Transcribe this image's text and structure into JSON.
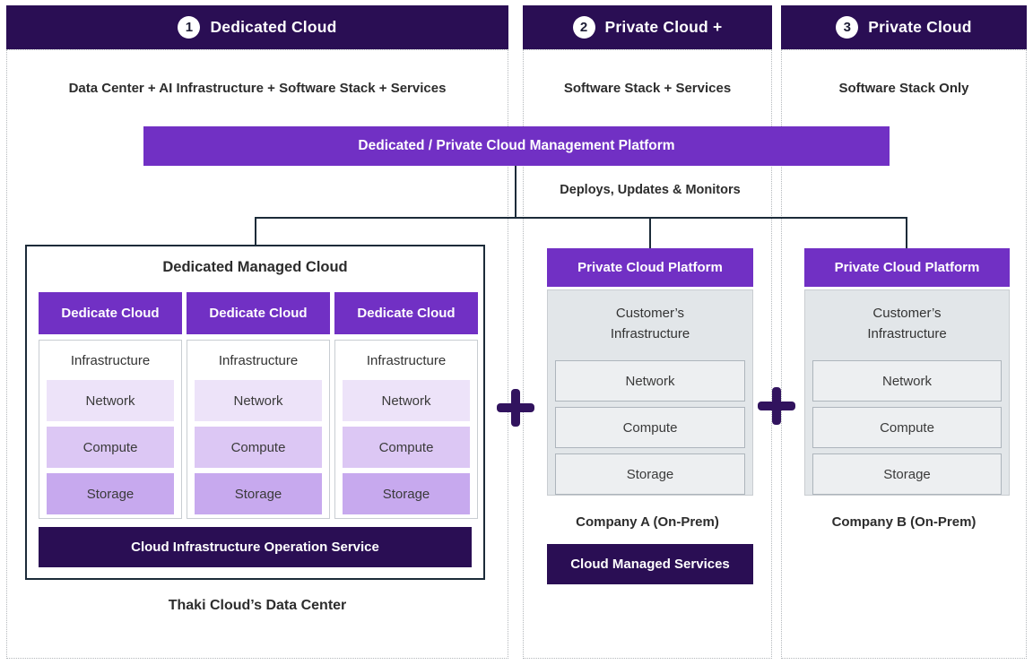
{
  "palette": {
    "header_dark": "#2a0e54",
    "purple": "#7130c4",
    "dark_banner": "#2a0e54",
    "plus_icon": "#31135e",
    "connector_line": "#1c2b39",
    "lavender_light": "#ede3f9",
    "lavender_mid": "#dcc7f4",
    "lavender_deep": "#c7a9ee",
    "gray_fill": "#e2e6e9",
    "gray_item": "#edeff1"
  },
  "columns": [
    {
      "number": "1",
      "title": "Dedicated Cloud",
      "subtitle": "Data Center + AI Infrastructure + Software Stack + Services"
    },
    {
      "number": "2",
      "title": "Private Cloud +",
      "subtitle": "Software Stack + Services"
    },
    {
      "number": "3",
      "title": "Private Cloud",
      "subtitle": "Software Stack Only"
    }
  ],
  "platform": {
    "banner": "Dedicated / Private Cloud Management Platform",
    "caption": "Deploys, Updates & Monitors"
  },
  "dedicated_box": {
    "title": "Dedicated Managed Cloud",
    "clusters": [
      {
        "header": "Dedicate Cloud",
        "infra_title": "Infrastructure",
        "items": [
          "Network",
          "Compute",
          "Storage"
        ]
      },
      {
        "header": "Dedicate Cloud",
        "infra_title": "Infrastructure",
        "items": [
          "Network",
          "Compute",
          "Storage"
        ]
      },
      {
        "header": "Dedicate Cloud",
        "infra_title": "Infrastructure",
        "items": [
          "Network",
          "Compute",
          "Storage"
        ]
      }
    ],
    "footer_banner": "Cloud Infrastructure Operation Service",
    "caption": "Thaki Cloud’s Data Center"
  },
  "private_plus": {
    "platform_banner": "Private Cloud Platform",
    "infra_title_line1": "Customer’s",
    "infra_title_line2": "Infrastructure",
    "items": [
      "Network",
      "Compute",
      "Storage"
    ],
    "caption": "Company A (On-Prem)",
    "services_banner": "Cloud Managed Services"
  },
  "private_only": {
    "platform_banner": "Private Cloud Platform",
    "infra_title_line1": "Customer’s",
    "infra_title_line2": "Infrastructure",
    "items": [
      "Network",
      "Compute",
      "Storage"
    ],
    "caption": "Company B (On-Prem)"
  }
}
